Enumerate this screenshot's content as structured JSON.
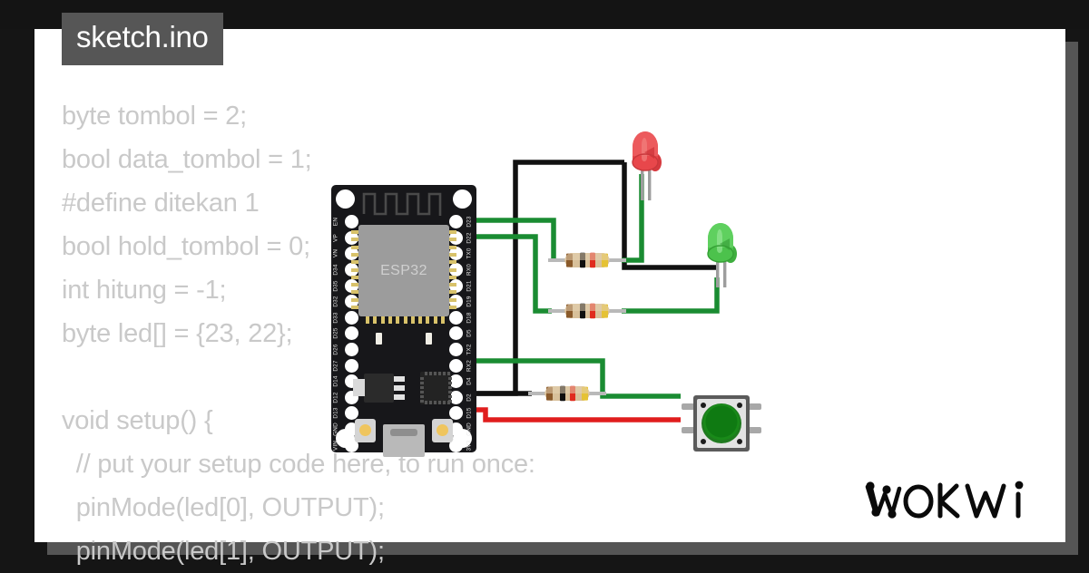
{
  "window": {
    "background_color": "#151515",
    "panel_color": "#ffffff",
    "shadow_color": "#555555"
  },
  "tab": {
    "label": "sketch.ino",
    "background": "#565656",
    "text_color": "#ffffff"
  },
  "editor": {
    "text_color": "#c9c9c9",
    "lines": [
      "byte tombol = 2;",
      "bool data_tombol = 1;",
      "#define ditekan 1",
      "bool hold_tombol = 0;",
      "int hitung = -1;",
      "byte led[] = {23, 22};",
      "",
      "void setup() {",
      "  // put your setup code here, to run once:",
      "  pinMode(led[0], OUTPUT);",
      "  pinMode(led[1], OUTPUT);"
    ]
  },
  "board": {
    "name": "ESP32",
    "shield_label": "ESP32",
    "body_color": "#17171a",
    "shield_color": "#9c9c9c",
    "pins_left": [
      "EN",
      "VP",
      "VN",
      "D34",
      "D35",
      "D32",
      "D33",
      "D25",
      "D26",
      "D27",
      "D14",
      "D12",
      "D13",
      "GND",
      "VIN"
    ],
    "pins_right": [
      "D23",
      "D22",
      "TX0",
      "RX0",
      "D21",
      "D19",
      "D18",
      "D5",
      "TX2",
      "RX2",
      "D4",
      "D2",
      "D15",
      "GND",
      "3V3"
    ]
  },
  "components": {
    "led_red": {
      "label": "red-led",
      "color": "#e8474b",
      "body": "#d63a3f"
    },
    "led_green": {
      "label": "green-led",
      "color": "#4cc24c",
      "body": "#3fae3f"
    },
    "resistors": [
      {
        "label": "resistor-1",
        "bands": [
          "brown",
          "black",
          "red",
          "gold"
        ],
        "value": "1000"
      },
      {
        "label": "resistor-2",
        "bands": [
          "brown",
          "black",
          "red",
          "gold"
        ],
        "value": "1000"
      },
      {
        "label": "resistor-3",
        "bands": [
          "brown",
          "black",
          "red",
          "gold"
        ],
        "value": "1000"
      }
    ],
    "pushbutton": {
      "label": "pushbutton",
      "cap_color": "#1f8f1f",
      "body_color": "#e3e3e3"
    }
  },
  "wires": {
    "green": "#1a8c32",
    "black": "#111111",
    "red": "#e01d1d",
    "lead": "#b9b9b9"
  },
  "branding": {
    "logo_text": "wokwi"
  }
}
